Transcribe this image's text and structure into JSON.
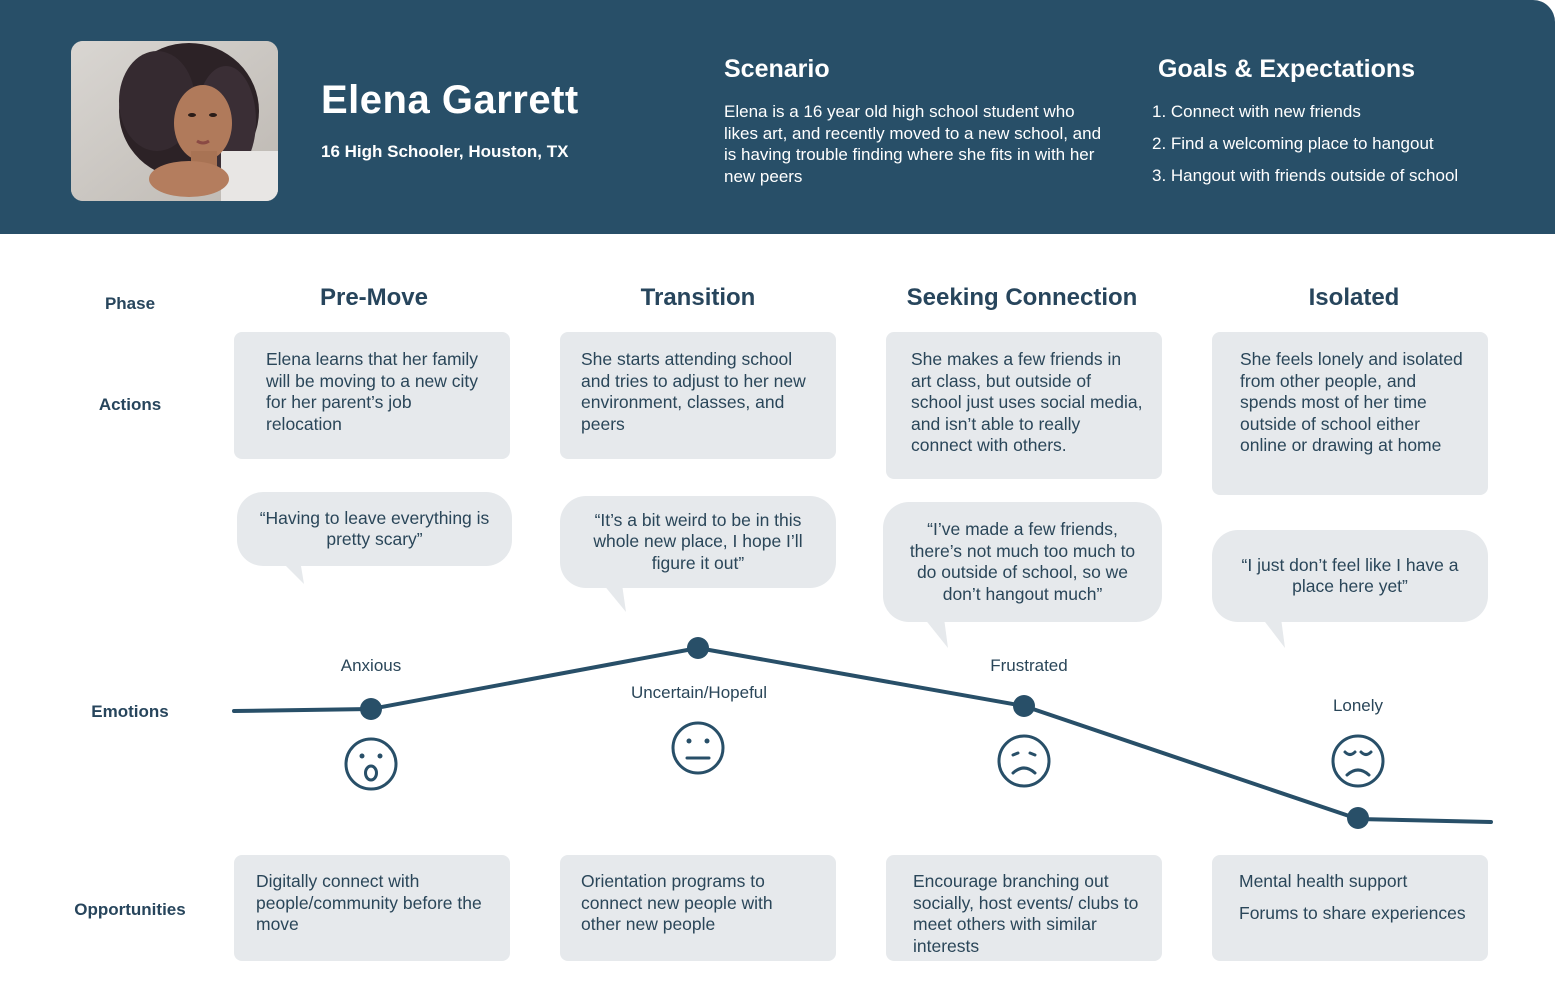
{
  "persona": {
    "name": "Elena Garrett",
    "subtitle": "16 High Schooler, Houston, TX"
  },
  "scenario": {
    "title": "Scenario",
    "text": "Elena is a 16 year old high school student who likes art, and recently moved to a new school, and is having trouble finding where she fits in with her new peers"
  },
  "goals": {
    "title": "Goals & Expectations",
    "items": [
      "1. Connect with new friends",
      "2. Find a welcoming place to hangout",
      "3. Hangout with friends outside of school"
    ]
  },
  "row_labels": {
    "phase": "Phase",
    "actions": "Actions",
    "emotions": "Emotions",
    "opportunities": "Opportunities"
  },
  "phases": [
    {
      "name": "Pre-Move",
      "action": "Elena learns that her family will be moving to a new city for her parent’s job relocation",
      "quote": "“Having to leave everything is pretty scary”",
      "emotion": "Anxious",
      "emotion_icon": "surprised-face-icon",
      "opportunities": [
        "Digitally connect with people/community before the move"
      ]
    },
    {
      "name": "Transition",
      "action": "She starts attending school and tries to adjust to her new environment, classes, and peers",
      "quote": "“It’s a bit weird to be in this whole new place, I hope I’ll figure it out”",
      "emotion": "Uncertain/Hopeful",
      "emotion_icon": "neutral-face-icon",
      "opportunities": [
        "Orientation programs to connect new people with other new people"
      ]
    },
    {
      "name": "Seeking Connection",
      "action": "She makes a few friends in art class, but outside of school just uses social media, and isn’t able to really connect with others.",
      "quote": "“I’ve made a few friends, there’s not much too much to do outside of school, so we don’t hangout much”",
      "emotion": "Frustrated",
      "emotion_icon": "frowning-face-icon",
      "opportunities": [
        "Encourage branching out socially, host events/ clubs to meet others with similar interests"
      ]
    },
    {
      "name": "Isolated",
      "action": "She feels lonely and isolated from other people, and spends most of her time outside of school either online or drawing at home",
      "quote": "“I just don’t feel like I have a place here yet”",
      "emotion": "Lonely",
      "emotion_icon": "sad-face-icon",
      "opportunities": [
        "Mental health support",
        "Forums to share experiences"
      ]
    }
  ],
  "colors": {
    "header_bg": "#284f68",
    "card_bg": "#e6e9ec",
    "ink": "#27455c"
  }
}
